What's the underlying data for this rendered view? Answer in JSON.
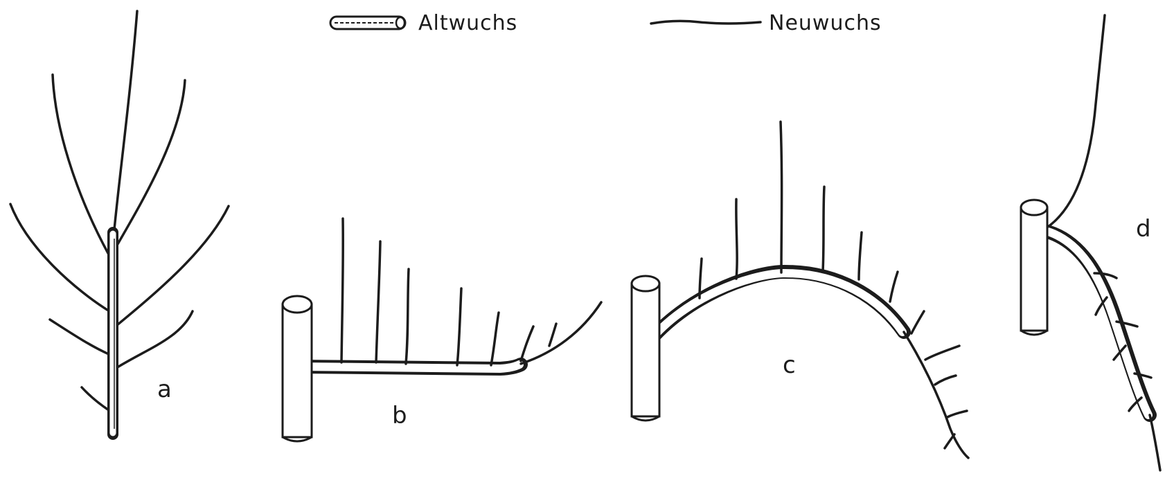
{
  "legend": {
    "old_growth_label": "Altwuchs",
    "new_growth_label": "Neuwuchs"
  },
  "figures": {
    "a": {
      "label": "a"
    },
    "b": {
      "label": "b"
    },
    "c": {
      "label": "c"
    },
    "d": {
      "label": "d"
    }
  },
  "colors": {
    "ink": "#1c1c1c",
    "background": "#ffffff"
  }
}
